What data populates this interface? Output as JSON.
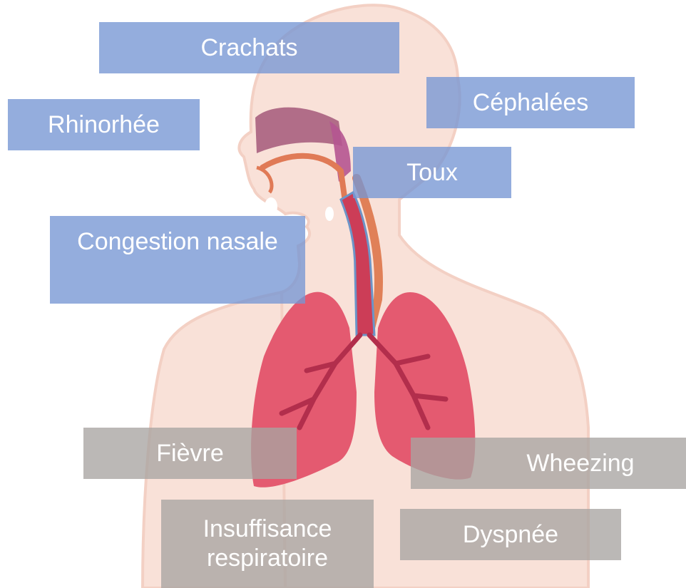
{
  "labels": {
    "crachats": "Crachats",
    "rhinorrhee": "Rhinorhée",
    "cephalees": "Céphalées",
    "toux": "Toux",
    "congestion": "Congestion nasale",
    "fievre": "Fièvre",
    "wheezing": "Wheezing",
    "insuffisance_line1": "Insuffisance",
    "insuffisance_line2": "respiratoire",
    "dyspnee": "Dyspnée"
  },
  "colors": {
    "respiratory_symptom_box": "#7696D4",
    "systemic_symptom_box": "#A8A4A2",
    "skin": "#F9E1D8",
    "lungs": "#E45A70",
    "trachea": "#CC3D57",
    "nasal_cavity": "#A8607F"
  }
}
